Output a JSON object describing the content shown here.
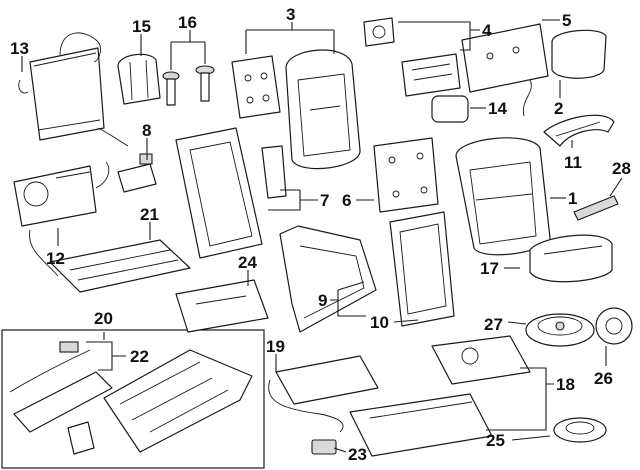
{
  "diagram": {
    "callouts": [
      "13",
      "15",
      "16",
      "3",
      "4",
      "5",
      "8",
      "14",
      "2",
      "11",
      "28",
      "7",
      "6",
      "1",
      "12",
      "21",
      "24",
      "17",
      "9",
      "10",
      "27",
      "26",
      "20",
      "22",
      "19",
      "18",
      "25",
      "23"
    ]
  },
  "colors": {
    "line": "#1a1a1a",
    "background": "#ffffff",
    "shade": "#d9d9d9"
  }
}
